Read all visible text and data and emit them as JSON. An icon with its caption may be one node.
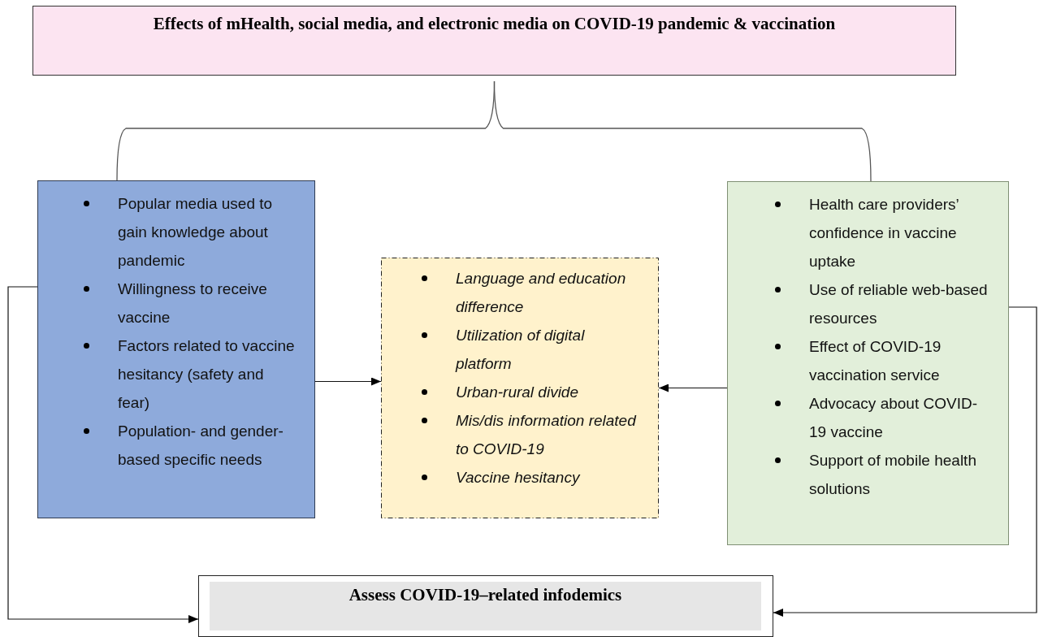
{
  "diagram": {
    "nodes": [
      {
        "text": [
          "Effects of mHealth, social media, and electronic media on COVID-19 pandemic & vaccination"
        ]
      },
      {
        "text": [
          "Popular media used to gain knowledge about pandemic",
          "Willingness to receive vaccine",
          "Factors related to vaccine hesitancy (safety and fear)",
          "Population- and gender-based specific needs"
        ]
      },
      {
        "text": [
          "Language and education difference",
          "Utilization of digital platform",
          "Urban-rural divide",
          "Mis/dis information related to COVID-19",
          "Vaccine hesitancy"
        ]
      },
      {
        "text": [
          "Health care providers’ confidence in vaccine uptake",
          "Use of reliable web-based resources",
          "Effect of COVID-19 vaccination service",
          "Advocacy about COVID-19 vaccine",
          "Support of mobile health solutions"
        ]
      },
      {
        "text": [
          "Assess COVID-19–related infodemics"
        ]
      }
    ],
    "edges": [
      {
        "from": 0,
        "to": 1,
        "arrow": "none"
      },
      {
        "from": 0,
        "to": 3,
        "arrow": "none"
      },
      {
        "from": 1,
        "to": 2,
        "arrow": "to"
      },
      {
        "from": 3,
        "to": 2,
        "arrow": "to"
      },
      {
        "from": 1,
        "to": 4,
        "arrow": "to"
      },
      {
        "from": 3,
        "to": 4,
        "arrow": "to"
      }
    ]
  }
}
